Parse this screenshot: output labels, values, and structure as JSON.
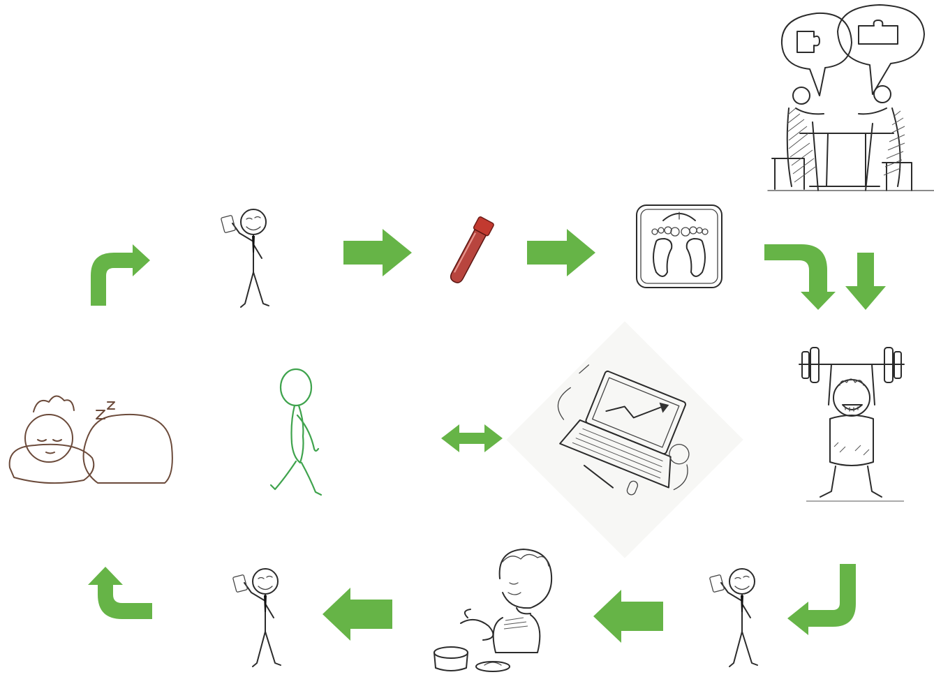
{
  "colors": {
    "arrow": "#66b447",
    "sketch": "#2b2b2b",
    "blood": "#a6322e",
    "walker": "#3fa34d",
    "sleeper": "#6b4a3a"
  },
  "diagram": {
    "illustrations": [
      "phone-person-icon",
      "blood-tube-icon",
      "weight-scale-icon",
      "consultation-icon",
      "weightlifter-icon",
      "laptop-work-icon",
      "walking-person-icon",
      "sleeping-person-icon",
      "eating-person-icon"
    ],
    "arrows": [
      "curved-up-right",
      "right",
      "right",
      "curved-right-down",
      "down",
      "curved-down-left",
      "left",
      "left",
      "curved-up-left",
      "double-headed-horizontal"
    ]
  }
}
